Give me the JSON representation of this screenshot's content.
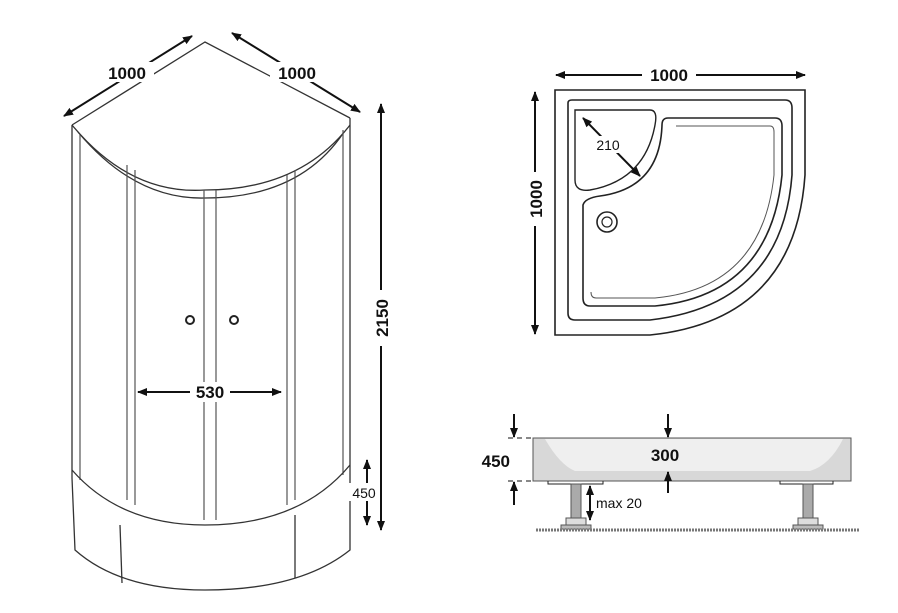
{
  "cabin": {
    "width_left": "1000",
    "width_right": "1000",
    "height": "2150",
    "door_width": "530",
    "tray_height": "450"
  },
  "tray_plan": {
    "width": "1000",
    "depth": "1000",
    "seat_radius": "210"
  },
  "tray_side": {
    "total_height": "450",
    "tray_depth": "300",
    "leg_adjust": "max 20"
  }
}
